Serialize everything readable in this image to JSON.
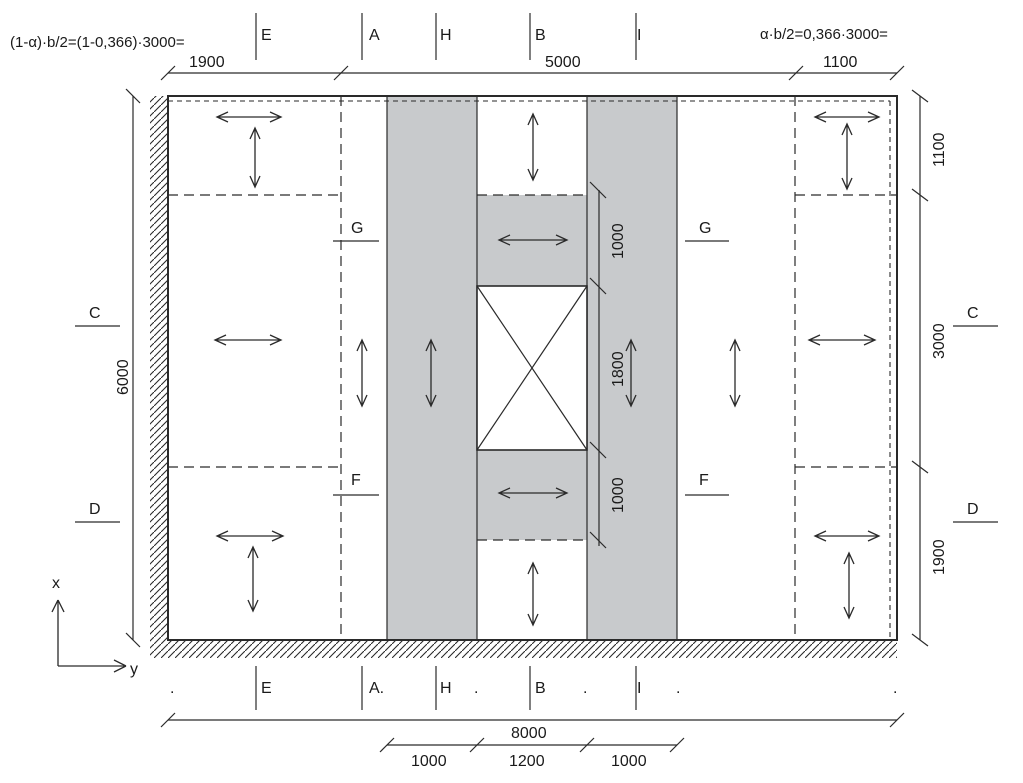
{
  "formulas": {
    "left": "(1-α)·b/2=(1-0,366)·3000=",
    "right": "α·b/2=0,366·3000="
  },
  "dimensions": {
    "top": [
      "1900",
      "5000",
      "1100"
    ],
    "bottom_total": "8000",
    "bottom_parts": [
      "1000",
      "1200",
      "1000"
    ],
    "left_total": "6000",
    "right": [
      "1100",
      "3000",
      "1900"
    ],
    "opening": [
      "1000",
      "1800",
      "1000"
    ]
  },
  "sections": {
    "E": "E",
    "A": "A",
    "H": "H",
    "B": "B",
    "I": "I",
    "C": "C",
    "D": "D",
    "G": "G",
    "F": "F",
    "A_bottom": "A.",
    "dot": "."
  },
  "axes": {
    "x": "x",
    "y": "y"
  }
}
